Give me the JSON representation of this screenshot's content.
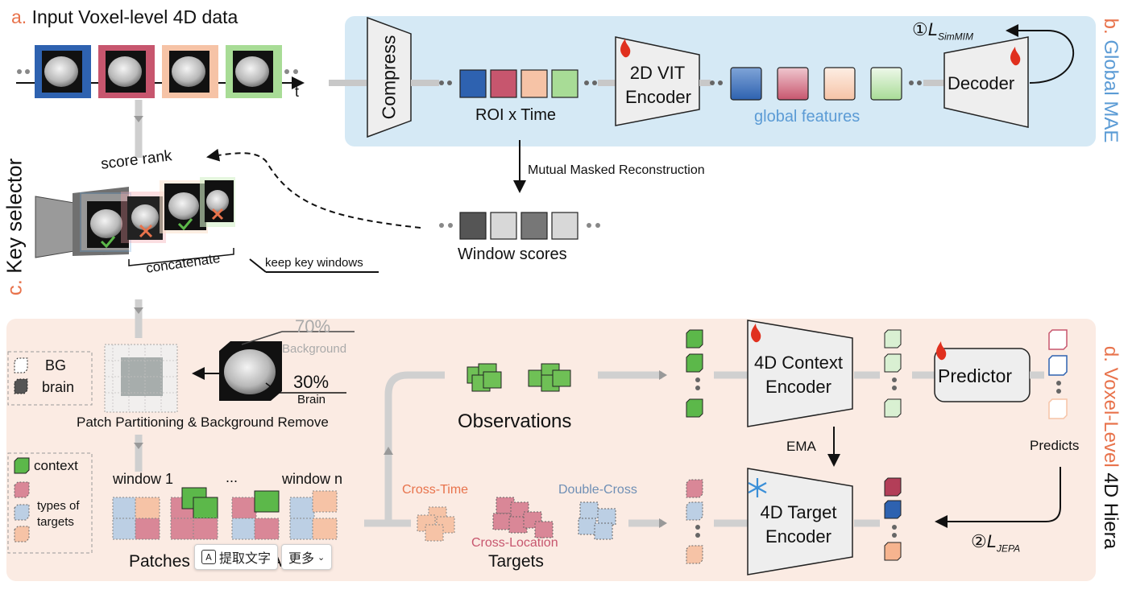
{
  "colors": {
    "mae_bg": "#d5e9f5",
    "hiera_bg": "#fbebe3",
    "blue": "#2e62b0",
    "red": "#c7566e",
    "peach": "#f6c3a6",
    "green": "#a8dc96",
    "context_green": "#5cb84a",
    "accent_orange": "#e8734c",
    "accent_blue": "#5b9bd5"
  },
  "section_a": {
    "prefix": "a.",
    "title": "Input Voxel-level 4D data",
    "t_label": "t"
  },
  "section_b": {
    "prefix": "b.",
    "title": "Global MAE"
  },
  "section_c": {
    "prefix": "c.",
    "title": "Key selector"
  },
  "section_d": {
    "prefix": "d.",
    "title_orange": "Voxel-Level",
    "title_dark": "4D Hiera"
  },
  "mae": {
    "compress": "Compress",
    "roi": "ROI x Time",
    "vit_line1": "2D VIT",
    "vit_line2": "Encoder",
    "global_features": "global features",
    "decoder": "Decoder",
    "loss_circle": "①",
    "loss_main": "L",
    "loss_sub": "SimMIM"
  },
  "mutual": "Mutual Masked Reconstruction",
  "window_scores": "Window scores",
  "key": {
    "score_rank": "score rank",
    "concatenate": "concatenate",
    "keep": "keep key windows"
  },
  "hiera": {
    "pct_bg": "70%",
    "bg_label": "Background",
    "pct_brain": "30%",
    "brain_label": "Brain",
    "legend_bg": "BG",
    "legend_brain": "brain",
    "patch_partition": "Patch Partitioning & Background Remove",
    "legend_context": "context",
    "legend_types1": "types of",
    "legend_types2": "targets",
    "window1": "window 1",
    "ellipsis": "...",
    "windown": "window n",
    "patches_prefix": "Patches",
    "patches_suffix": "Ar",
    "observations": "Observations",
    "cross_time": "Cross-Time",
    "cross_location": "Cross-Location",
    "double_cross": "Double-Cross",
    "targets": "Targets",
    "ctx_line1": "4D Context",
    "ctx_line2": "Encoder",
    "predictor": "Predictor",
    "predicts": "Predicts",
    "ema": "EMA",
    "tgt_line1": "4D Target",
    "tgt_line2": "Encoder",
    "loss_circle": "②",
    "loss_main": "L",
    "loss_sub": "JEPA"
  },
  "popup": {
    "extract_icon": "text-scan-icon",
    "extract": "提取文字",
    "more": "更多",
    "more_icon": "chevron-down-icon"
  }
}
